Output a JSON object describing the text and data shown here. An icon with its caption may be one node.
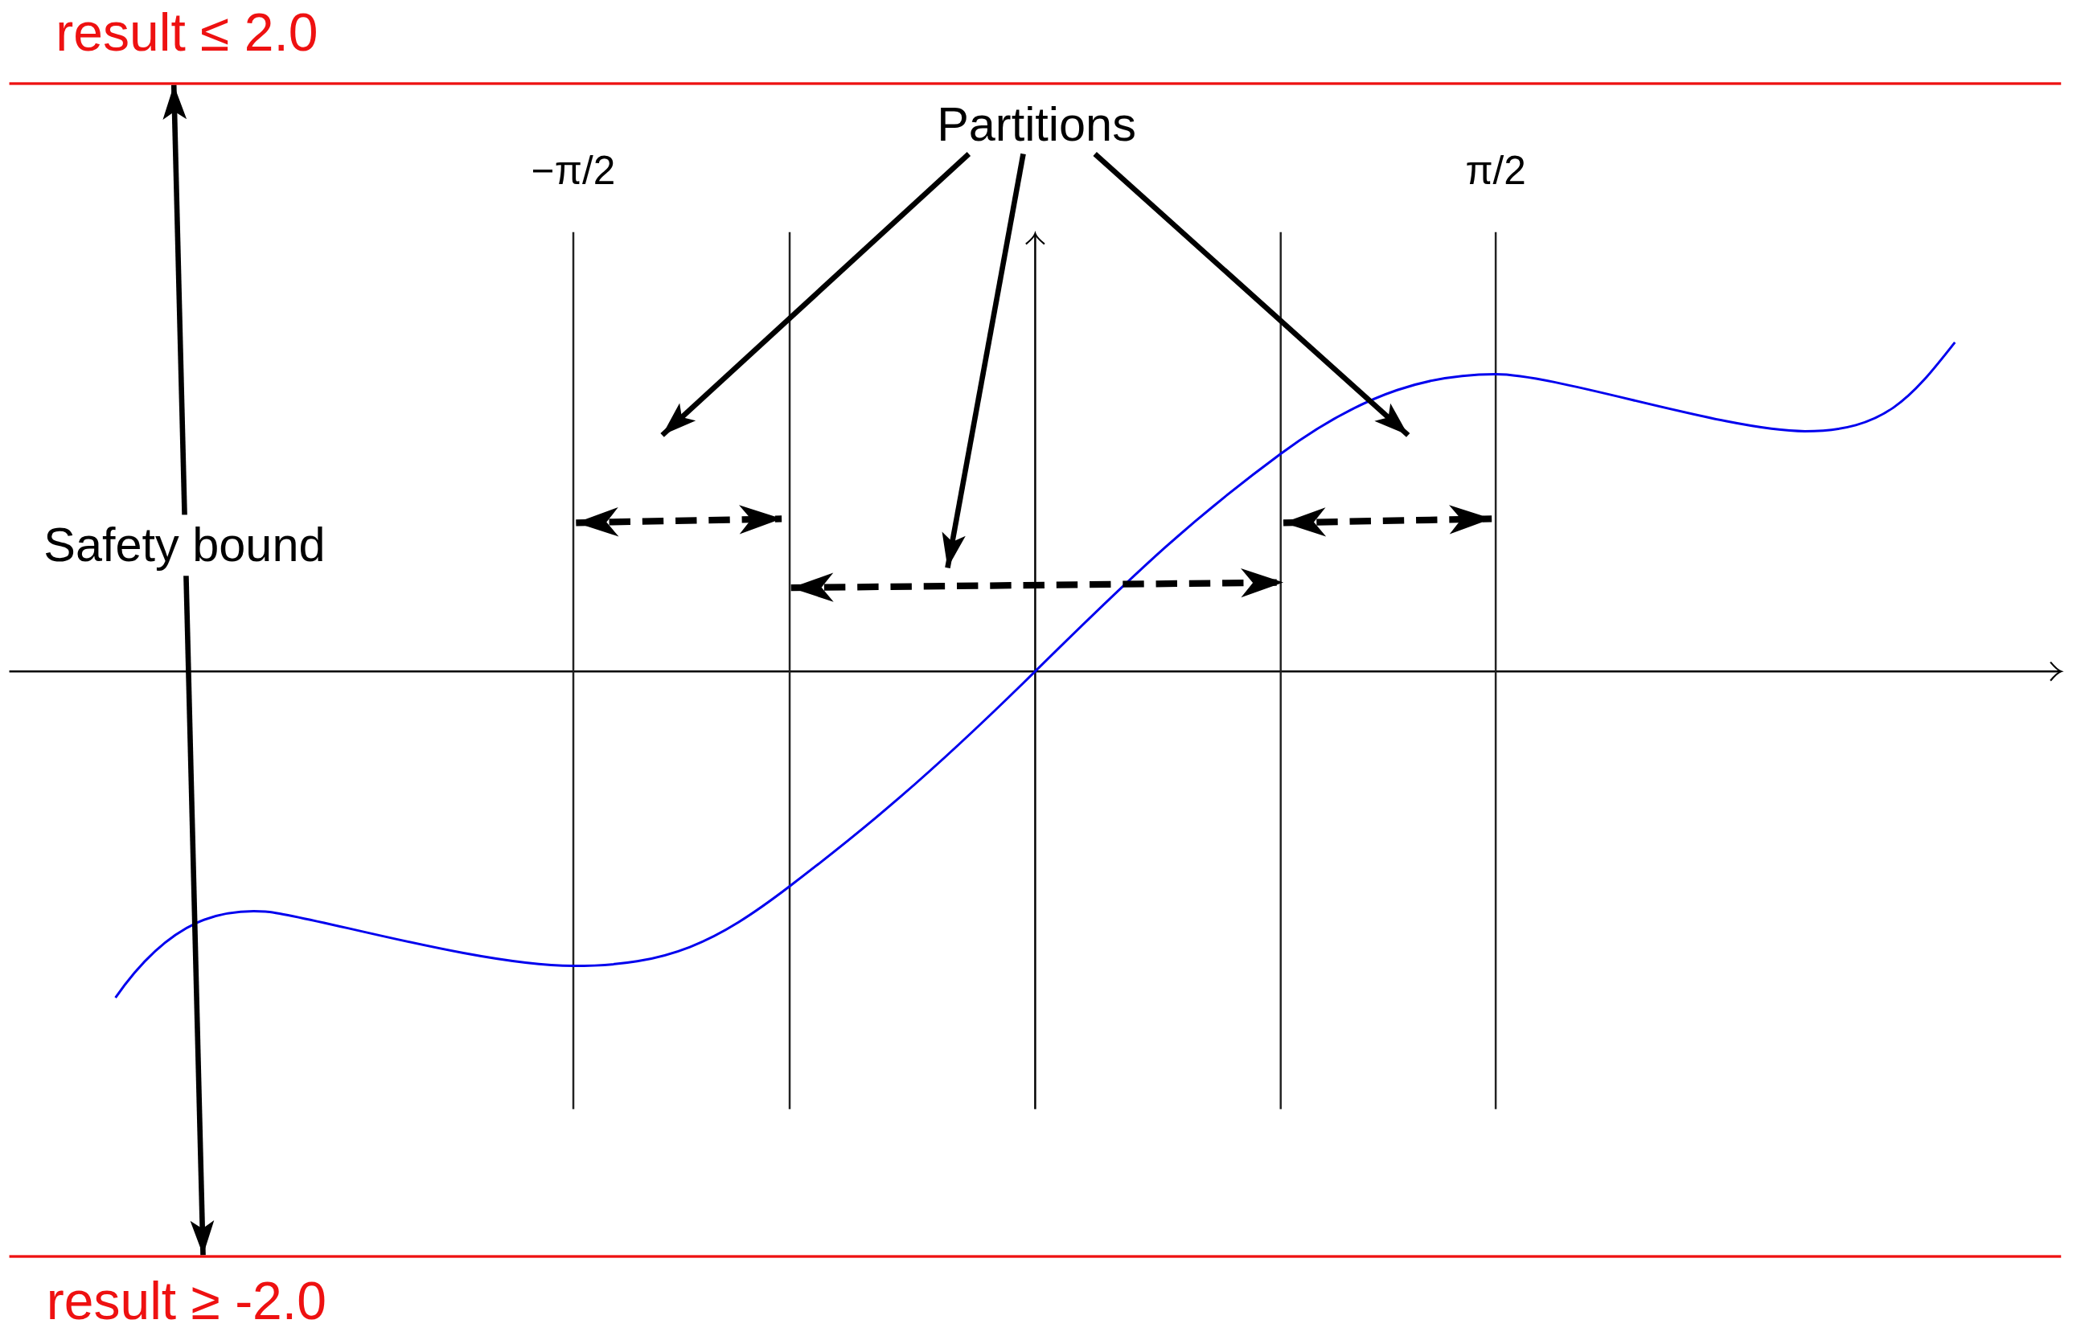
{
  "diagram": {
    "nodes": [
      {
        "text": [
          "Partitions"
        ]
      },
      {
        "text": [
          "result ≤ 2.0"
        ]
      },
      {
        "text": [
          "result ≥ -2.0"
        ]
      }
    ],
    "edges": [
      {
        "from": 0,
        "to": null,
        "arrow": "to"
      },
      {
        "from": 0,
        "to": null,
        "arrow": "to"
      },
      {
        "from": 0,
        "to": null,
        "arrow": "to"
      },
      {
        "from": 1,
        "to": 2,
        "arrow": "both",
        "label": "Safety bound"
      }
    ],
    "labels": [
      "−π/2",
      "π/2"
    ]
  }
}
